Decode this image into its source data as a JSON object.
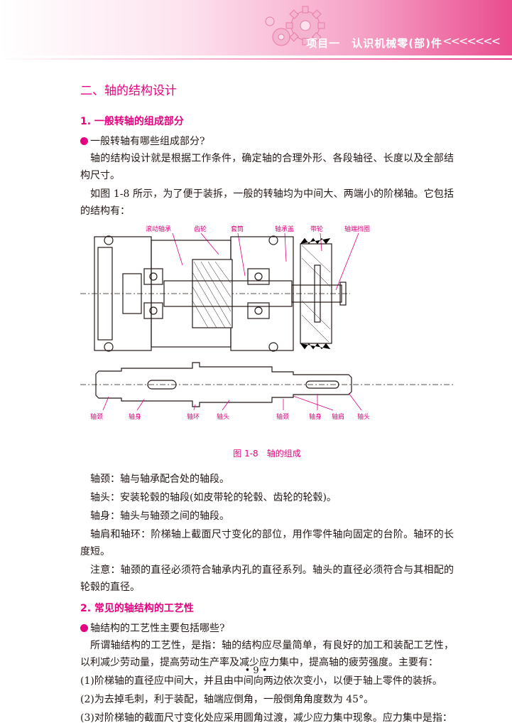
{
  "header": {
    "title": "项目一　认识机械零(部)件",
    "chevrons": "<<<<<<<"
  },
  "section_title": "二、轴的结构设计",
  "sub1": {
    "title": "1. 一般转轴的组成部分",
    "question": "一般转轴有哪些组成部分?",
    "para1": "轴的结构设计就是根据工作条件，确定轴的合理外形、各段轴径、长度以及全部结构尺寸。",
    "para2": "如图 1-8 所示，为了便于装拆，一般的转轴均为中间大、两端小的阶梯轴。它包括的结构有："
  },
  "figure": {
    "top_labels": [
      "滚动轴承",
      "齿轮",
      "套筒",
      "轴承盖",
      "带轮",
      "轴端挡圈"
    ],
    "bottom_labels": [
      "轴颈",
      "轴身",
      "轴环",
      "轴头",
      "轴颈",
      "轴身",
      "轴肩",
      "轴头"
    ],
    "caption": "图 1-8　轴的组成"
  },
  "definitions": [
    "轴颈：轴与轴承配合处的轴段。",
    "轴头：安装轮毂的轴段(如皮带轮的轮毂、齿轮的轮毂)。",
    "轴身：轴头与轴颈之间的轴段。",
    "轴肩和轴环：阶梯轴上截面尺寸变化的部位，用作零件轴向固定的台阶。轴环的长度短。",
    "注意：轴颈的直径必须符合轴承内孔的直径系列。轴头的直径必须符合与其相配的轮毂的直径。"
  ],
  "sub2": {
    "title": "2. 常见的轴结构的工艺性",
    "question": "轴结构的工艺性主要包括哪些?",
    "para1": "所谓轴结构的工艺性，是指：轴的结构应尽量简单，有良好的加工和装配工艺性，以利减少劳动量，提高劳动生产率及减少应力集中，提高轴的疲劳强度。主要有：",
    "items": [
      "(1)阶梯轴的直径应中间大，并且由中间向两边依次变小，以便于轴上零件的装拆。",
      "(2)为去掉毛刺，利于装配，轴端应倒角，一般倒角角度数为 45°。",
      "(3)对阶梯轴的截面尺寸变化处应采用圆角过渡，减少应力集中现象。应力集中是指："
    ]
  },
  "page_number": "• 9 •",
  "colors": {
    "accent": "#e4007f",
    "text": "#231815"
  }
}
